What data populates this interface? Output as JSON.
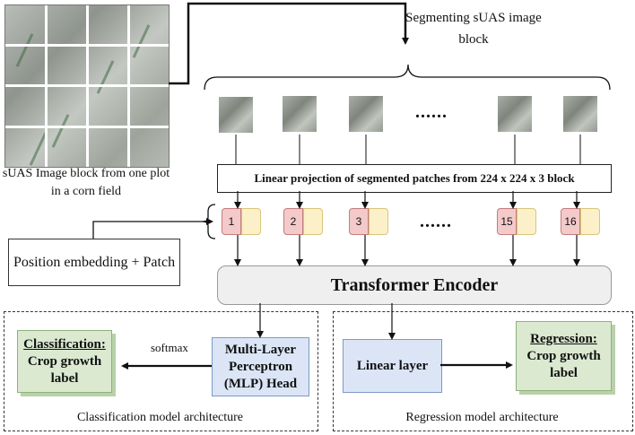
{
  "segmenting_label": "Segmenting sUAS image block",
  "image_block_caption": "sUAS Image block from one plot in a corn field",
  "linear_projection": "Linear projection of segmented patches from 224 x 224 x 3 block",
  "ellipsis": "......",
  "tokens": [
    "1",
    "2",
    "3",
    "15",
    "16"
  ],
  "position_embedding": "Position embedding + Patch",
  "transformer_encoder": "Transformer Encoder",
  "mlp_head": "Multi-Layer Perceptron (MLP) Head",
  "softmax": "softmax",
  "classification": {
    "title": "Classification:",
    "body": "Crop growth label"
  },
  "linear_layer": "Linear layer",
  "regression": {
    "title": "Regression:",
    "body": "Crop growth label"
  },
  "classification_arch": "Classification model architecture",
  "regression_arch": "Regression model architecture",
  "colors": {
    "token_red": "#f4c9c9",
    "token_yellow": "#fbf0c7",
    "green_box": "#dbe9d1",
    "blue_box": "#dbe5f6",
    "encoder": "#efefef"
  }
}
